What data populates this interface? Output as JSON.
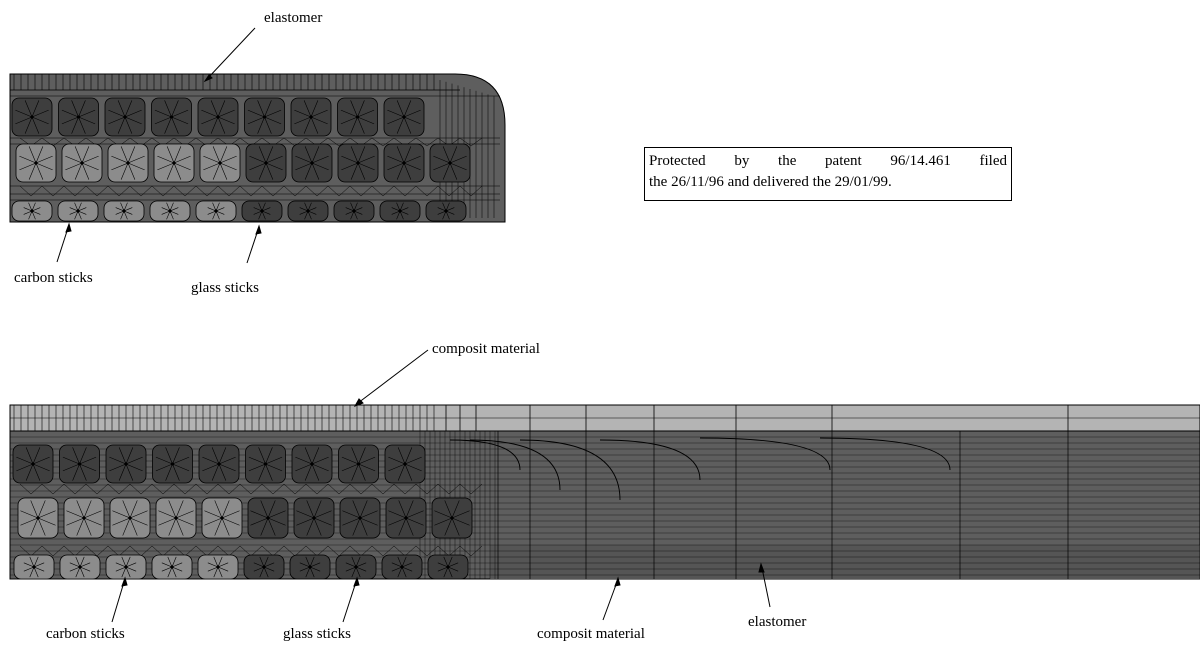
{
  "labels": {
    "top_elastomer": "elastomer",
    "top_carbon": "carbon sticks",
    "top_glass": "glass sticks",
    "bottom_composite_top": "composit material",
    "bottom_carbon": "carbon sticks",
    "bottom_glass": "glass sticks",
    "bottom_composite_bottom": "composit material",
    "bottom_elastomer": "elastomer"
  },
  "patent": {
    "line1": "Protected by the patent 96/14.461 filed",
    "line2": "the 26/11/96 and delivered the 29/01/99."
  },
  "colors": {
    "elastomer": "#5e5e5e",
    "carbon": "#8c8c8c",
    "glass": "#3e3e3e",
    "composite": "#b4b4b4",
    "filler": "#6a6a6a",
    "mesh": "#000000"
  }
}
